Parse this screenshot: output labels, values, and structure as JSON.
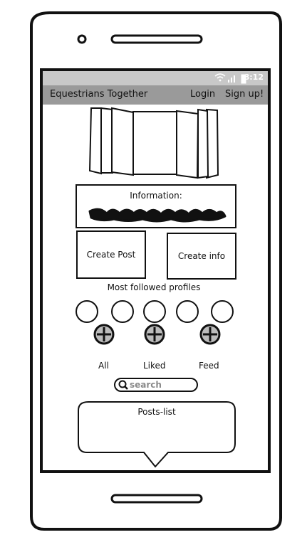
{
  "status_bar": {
    "time": "8:12",
    "icons": [
      "wifi-icon",
      "signal-icon",
      "battery-icon"
    ]
  },
  "app_bar": {
    "title": "Equestrians Together",
    "login_label": "Login",
    "signup_label": "Sign up!"
  },
  "info_panel": {
    "title": "Information:"
  },
  "actions": {
    "create_post_label": "Create Post",
    "create_info_label": "Create info"
  },
  "profiles": {
    "title": "Most followed profiles",
    "count": 5,
    "follow_buttons": 3
  },
  "tabs": {
    "all": "All",
    "liked": "Liked",
    "feed": "Feed"
  },
  "search": {
    "placeholder": "search"
  },
  "posts": {
    "title": "Posts-list"
  }
}
